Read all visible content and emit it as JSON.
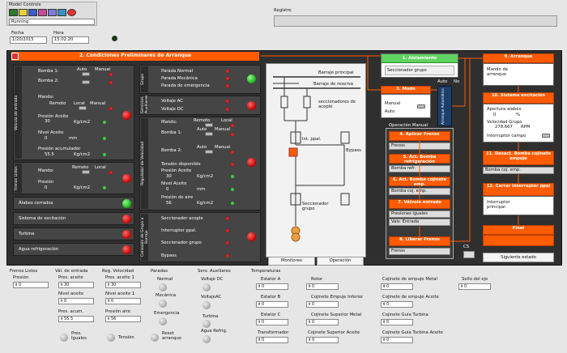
{
  "window": {
    "title": "Model Controls",
    "status": "Running",
    "registro_label": "Registro"
  },
  "date": {
    "fecha_label": "Fecha",
    "fecha_value": "1/20/2015",
    "hora_label": "Hora",
    "hora_value": "15:02:20"
  },
  "cond": {
    "title": "2. Condiciones Preliminares de Arranque",
    "valv_tab": "Válvula de entrada",
    "bomba1": "Bomba 1:",
    "bomba2": "Bomba 2:",
    "auto": "Auto",
    "manual": "Manual",
    "mando": "Mando:",
    "remoto": "Remoto",
    "local": "Local",
    "presion_aceite": "Presión Aceite",
    "presion_aceite_val": "30",
    "kgcm2": "Kg/cm2",
    "nivel_aceite": "Nivel Aceite",
    "nivel_aceite_val": "0",
    "mm": "mm",
    "presion_acum": "Presión acumulador",
    "presion_acum_val": "55.5",
    "freno_tab": "Frenos Listos",
    "mando2": "Mando:",
    "presion2": "Presión",
    "presion2_val": "0",
    "alabes": "Álabes cerrados",
    "excitacion": "Sistema de excitación",
    "turbina": "Turbina",
    "agua_ref": "Agua refrigeración",
    "grupo_tab": "Grupo",
    "parada_normal": "Parada Normal",
    "parada_mecanica": "Parada Mecánica",
    "parada_emergencia": "Parada de emergencia",
    "serv_tab": "Servicios Auxiliares",
    "voltaje_ac": "Voltaje AC",
    "voltaje_dc": "Voltaje DC",
    "reg_tab": "Regulador de Velocidad",
    "tension_disp": "Tensión disponible",
    "presion_aceite2_val": "30",
    "nivel_aceite2_val": "0",
    "presion_aire": "Presión de aire",
    "presion_aire_val": "56",
    "conex_tab": "Conexión de Grupo a Barraje",
    "secc_acople": "Seccionador acople",
    "interruptor": "Interruptor ppal.",
    "secc_grupo": "Seccionador grupo",
    "bypass": "Bypass"
  },
  "diagram": {
    "barraje_ppal": "Barraje principal",
    "barraje_reserva": "Barraje de reserva",
    "secc_acople": "seccionadores de acople",
    "int_ppal": "Int. ppal.",
    "bypass": "Bypass",
    "secc_grupo": "Seccionador grupo",
    "monitoreo": "Monitoreo",
    "operacion": "Operación"
  },
  "flow": {
    "aislamiento": "1. Aislamiento",
    "secc_grupo": "Seccionador grupo",
    "modo": "3. Modo",
    "manual": "Manual",
    "auto": "Auto",
    "auto_no": "Auto",
    "no": "No",
    "arranque_auto": "Arranque Automático",
    "op_manual": "Operación Manual",
    "aplicar_frenos": "4. Aplicar Frenos",
    "frenos": "Frenos",
    "act_bomba_ref": "5. Act. Bomba refrigeración",
    "bomba_refr": "Bomba refr.",
    "act_bomba_coj": "6. Act. Bomba cojinete emp.",
    "bomba_coj": "Bomba coj. emp.",
    "valvula_entrada": "7. Válvula entrada",
    "presiones_iguales": "Presiones iguales",
    "valv_entrada": "Valv. Entrada",
    "liberar_frenos": "8. Liberar Frenos",
    "frenos2": "Frenos",
    "cs": "CS",
    "arranque": "9. Arranque",
    "mando_arranque": "Mando de arranque",
    "sistema_exc": "10. Sistema excitación",
    "apertura_alabes": "Apertura alabes",
    "apertura_val": "0",
    "pct": "%",
    "vel_grupo": "Velocidad Grupo",
    "vel_val": "278.667",
    "rpm": "RPM",
    "int_campo": "Interruptor campo",
    "desact_bomba": "11. Desact. Bomba cojinete empuje",
    "bomba_coj_emp": "Bomba coj. emp.",
    "cerrar_int": "12. Cerrar Interruptor ppal",
    "int_principal": "Interruptor principal",
    "final": "Final",
    "siguiente": "Siguiente estado"
  },
  "bottom": {
    "frenos_listos": "Frenos Listos",
    "presion": "Presión",
    "presion_val": "0",
    "valv_entrada": "Vál. de entrada",
    "pres_aceite": "Pres. aceite",
    "pres_aceite_val": "30",
    "nivel_aceite": "Nivel aceite",
    "nivel_aceite_val": "0",
    "pres_acum": "Pres. acum.",
    "pres_acum_val": "55.5",
    "pres_iguales": "Pres. Iguales",
    "reg_vel": "Reg. Velocidad",
    "pres_aceite1": "Pres. aceite 1",
    "pres_aceite1_val": "30",
    "nivel_aceite1": "Nivel aceite 1",
    "nivel_aceite1_val": "0",
    "presion_aire": "Presión aire",
    "presion_aire_val": "56",
    "tension": "Tensión",
    "paradas": "Paradas",
    "normal": "Normal",
    "mecanica": "Mecánica",
    "emergencia": "Emergencia",
    "reset": "Reset arranque",
    "serv_aux": "Serv. Auxiliares",
    "voltaje_dc": "Voltaje DC",
    "voltaje_ac": "VoltajeAC",
    "turbina": "Turbina",
    "agua_refrig": "Agua Refrig.",
    "temperaturas": "Temperaturas",
    "estator_a": "Estator A",
    "estator_b": "Estator B",
    "estator_c": "Estator C",
    "transformador": "Transformador",
    "rotor": "Rotor",
    "coj_empuje_inf": "Cojinete Empuje Inferior",
    "coj_sup_metal": "Cojinete Superior Metal",
    "coj_sup_aceite": "Cojinete Superior Aceite",
    "coj_emp_metal": "Cojinete de empuje Metal",
    "coj_emp_aceite": "Cojinete de empuje Aceite",
    "coj_guia_turb": "Cojinete Guía Turbina",
    "coj_guia_turb_ac": "Cojinete Guía Turbina Aceite",
    "sello_eje": "Sello del eje",
    "zero": "0"
  }
}
